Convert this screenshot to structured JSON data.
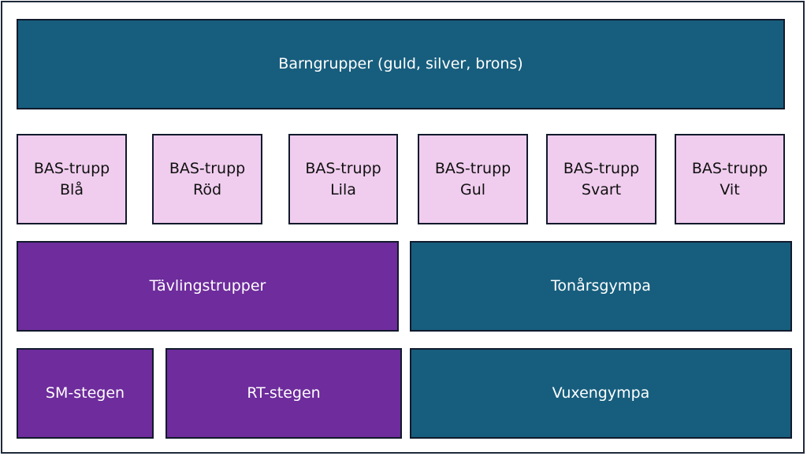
{
  "colors": {
    "teal": "#175e7e",
    "purple": "#6e2c9c",
    "pink": "#f0cdee"
  },
  "top": {
    "label": "Barngrupper (guld, silver, brons)"
  },
  "bas": [
    {
      "line1": "BAS-trupp",
      "line2": "Blå"
    },
    {
      "line1": "BAS-trupp",
      "line2": "Röd"
    },
    {
      "line1": "BAS-trupp",
      "line2": "Lila"
    },
    {
      "line1": "BAS-trupp",
      "line2": "Gul"
    },
    {
      "line1": "BAS-trupp",
      "line2": "Svart"
    },
    {
      "line1": "BAS-trupp",
      "line2": "Vit"
    }
  ],
  "row3": {
    "tavling": "Tävlingstrupper",
    "tonar": "Tonårsgympa"
  },
  "row4": {
    "sm": "SM-stegen",
    "rt": "RT-stegen",
    "vuxen": "Vuxengympa"
  }
}
